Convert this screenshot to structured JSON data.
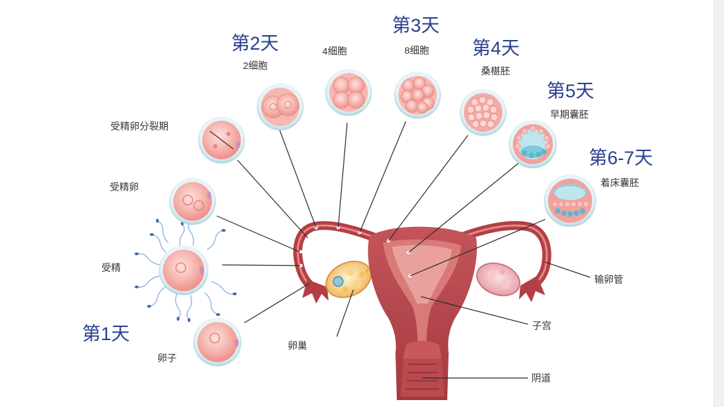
{
  "days": {
    "day1": "第1天",
    "day2": "第2天",
    "day3": "第3天",
    "day4": "第4天",
    "day5": "第5天",
    "day67": "第6-7天"
  },
  "stages": {
    "egg": "卵子",
    "fertilization": "受精",
    "fertilized_egg": "受精卵",
    "zygote_division": "受精卵分裂期",
    "two_cell": "2细胞",
    "four_cell": "4细胞",
    "eight_cell": "8细胞",
    "morula": "桑椹胚",
    "early_blastocyst": "早期囊胚",
    "implanting_blastocyst": "着床囊胚"
  },
  "anatomy": {
    "ovary": "卵巢",
    "fallopian_tube": "输卵管",
    "uterus": "子宫",
    "vagina": "阴道"
  },
  "colors": {
    "day_label": "#2a3f8f",
    "cell_fill": "#f7b8b4",
    "cell_ring": "#b9dbe3",
    "uterus": "#b8454a",
    "uterus_inner": "#d97a78",
    "blastocyst_blue": "#7fc9da"
  }
}
